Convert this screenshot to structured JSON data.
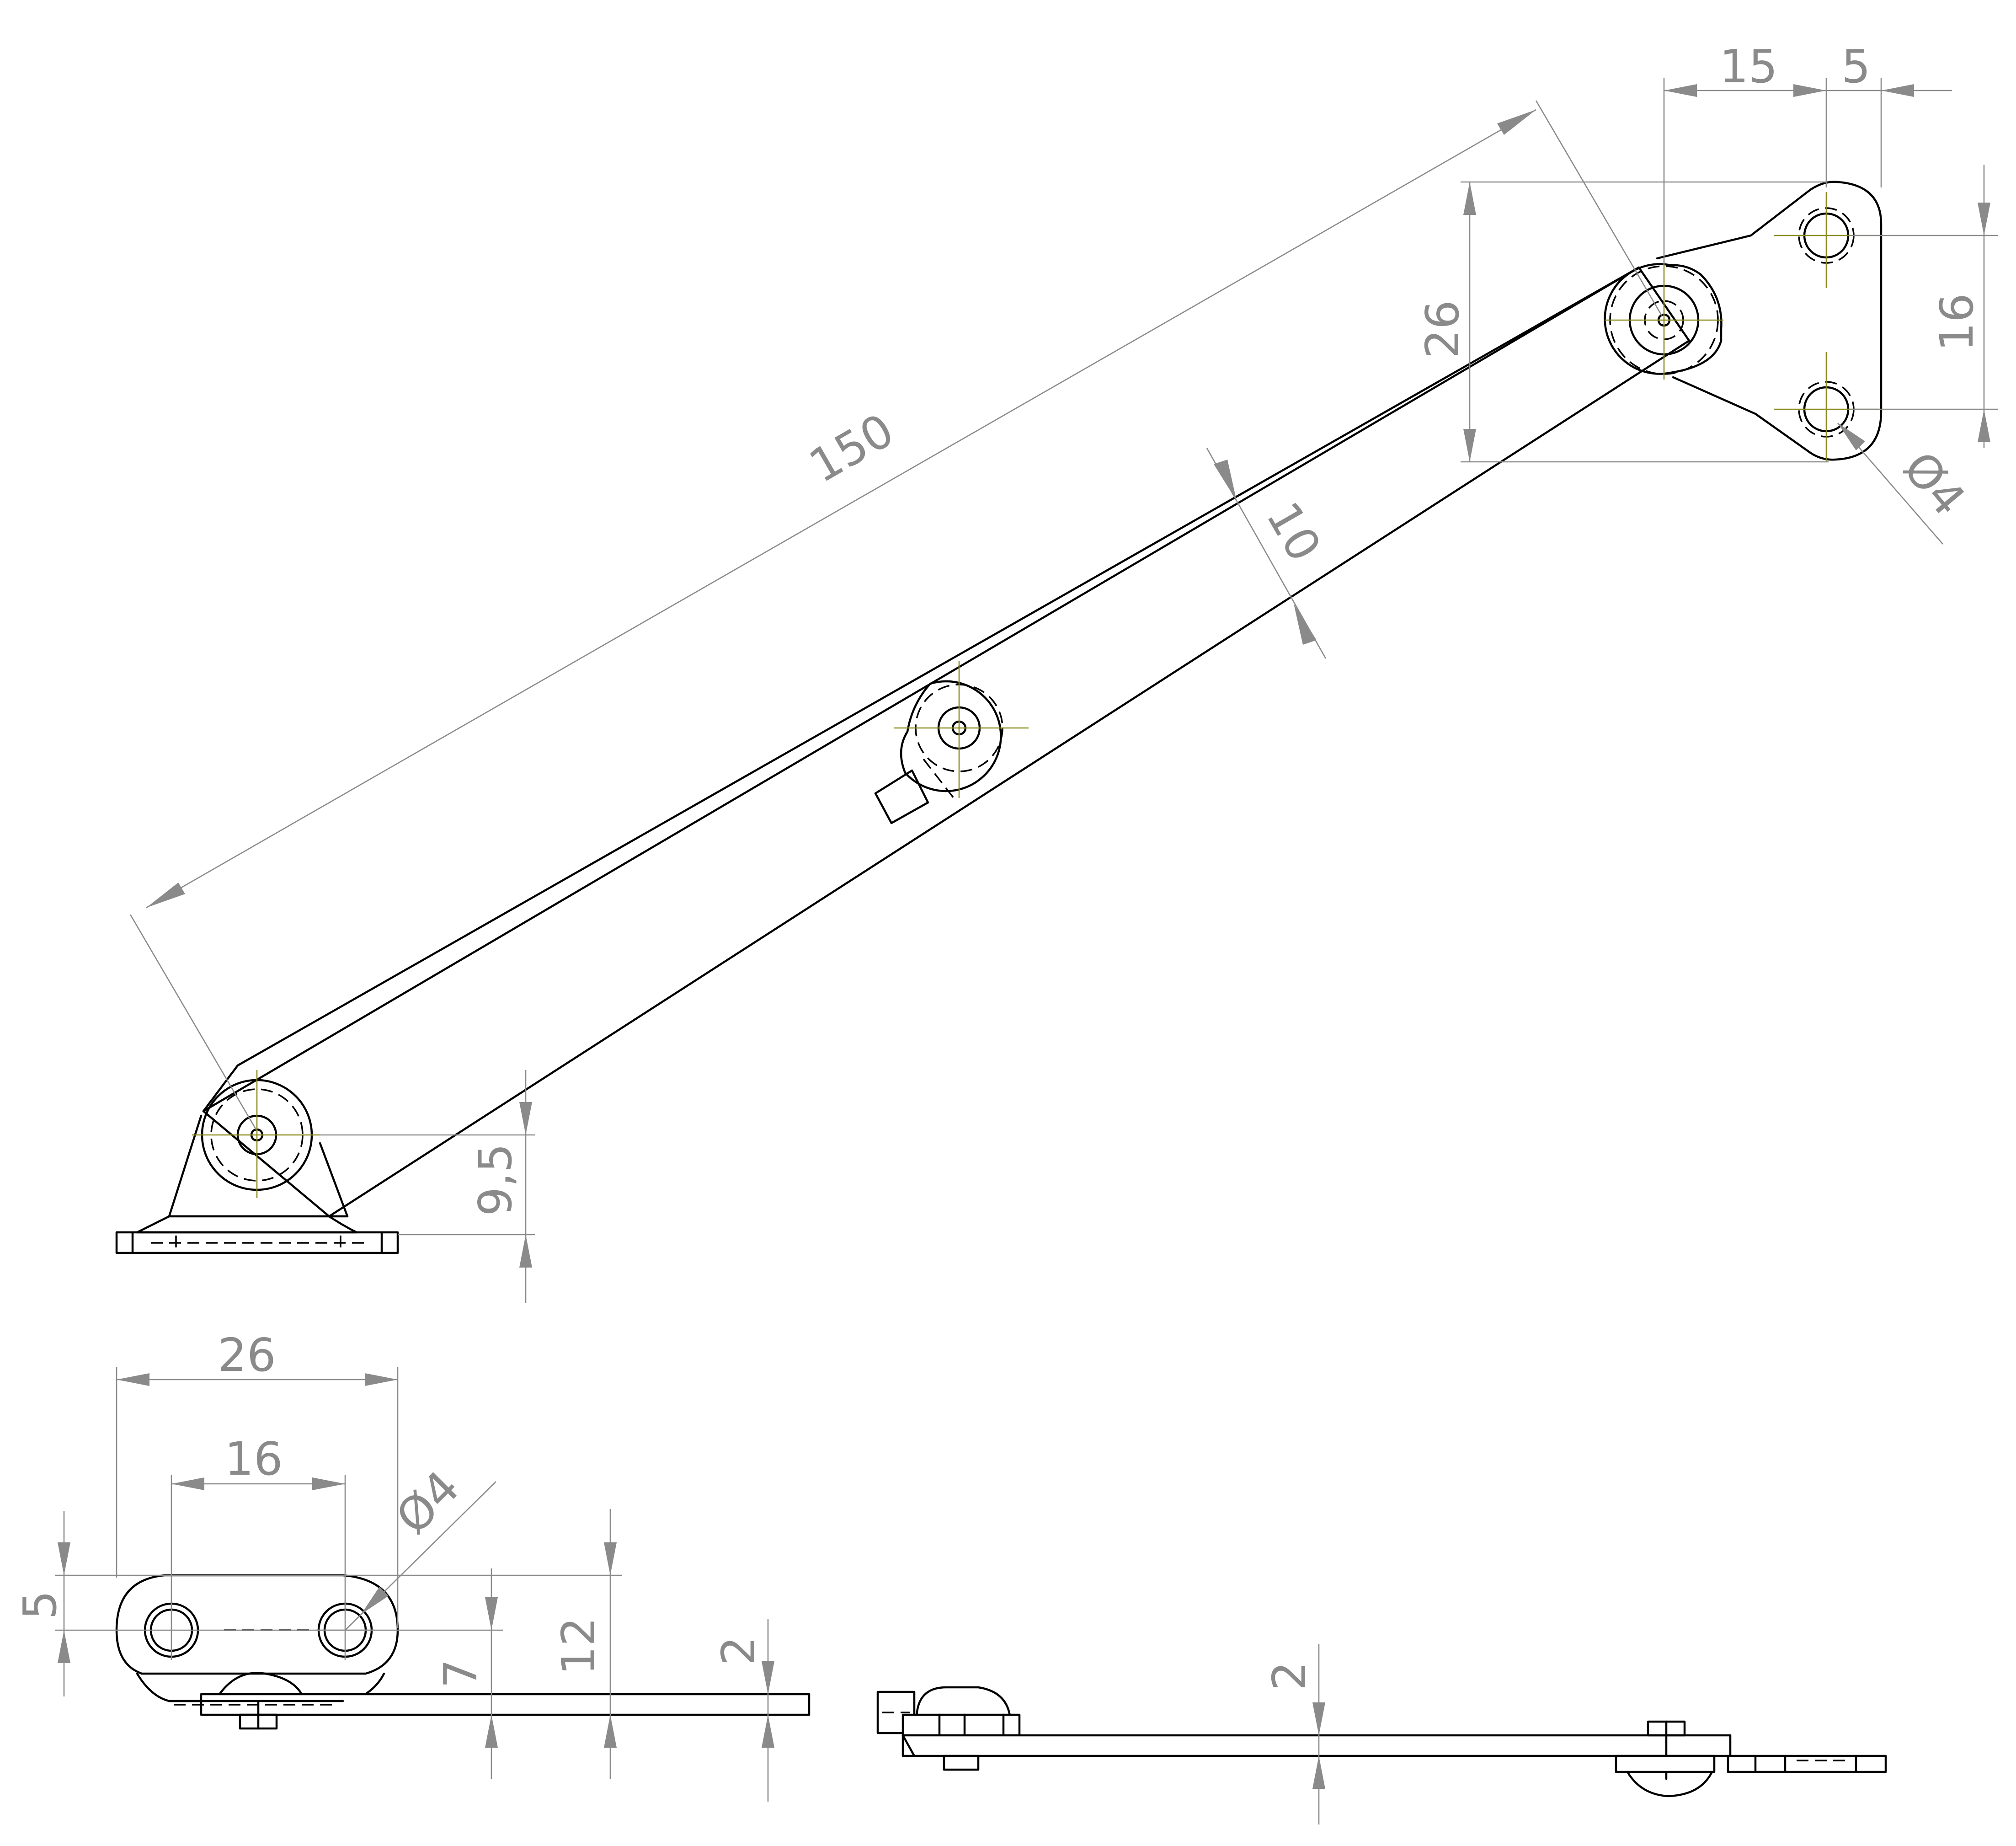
{
  "drawing": {
    "top_view": {
      "overall_length": "150",
      "bar_width": "10",
      "bracket_height": "26",
      "bracket_offset": "15",
      "bracket_edge": "5",
      "hole_spacing": "16",
      "hole_diameter": "Ø4",
      "pivot_height": "9,5"
    },
    "side_view": {
      "base_width": "26",
      "hole_spacing": "16",
      "hole_diameter": "Ø4",
      "base_edge": "5",
      "pivot_height": "7",
      "total_height": "12",
      "strip_thickness_1": "2",
      "strip_thickness_2": "2"
    }
  },
  "colors": {
    "outline": "#000000",
    "dimension": "#8a8a8a",
    "centerline": "#8a8a1e"
  }
}
